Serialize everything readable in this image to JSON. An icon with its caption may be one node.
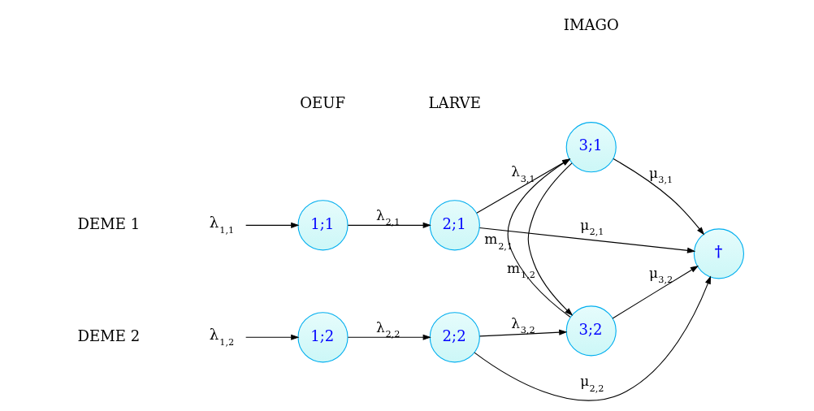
{
  "diagram": {
    "nodes": [
      {
        "text": [
          "λ$_{1,1}$"
        ]
      },
      {
        "text": [
          "1;1"
        ]
      },
      {
        "text": [
          "2;1"
        ]
      },
      {
        "text": [
          "3;1"
        ]
      },
      {
        "text": [
          "λ$_{1,2}$"
        ]
      },
      {
        "text": [
          "1;2"
        ]
      },
      {
        "text": [
          "2;2"
        ]
      },
      {
        "text": [
          "3;2"
        ]
      },
      {
        "text": [
          "†"
        ]
      }
    ],
    "edges": [
      {
        "from": 0,
        "to": 1,
        "arrow": "to"
      },
      {
        "from": 1,
        "to": 2,
        "arrow": "to",
        "label": "λ$_{2,1}$"
      },
      {
        "from": 2,
        "to": 3,
        "arrow": "to",
        "label": "λ$_{3,1}$"
      },
      {
        "from": 2,
        "to": 8,
        "arrow": "to",
        "label": "μ$_{2,1}$"
      },
      {
        "from": 3,
        "to": 8,
        "arrow": "to",
        "label": "μ$_{3,1}$"
      },
      {
        "from": 3,
        "to": 7,
        "arrow": "to",
        "label": "m$_{1,2}$"
      },
      {
        "from": 7,
        "to": 3,
        "arrow": "to",
        "label": "m$_{2,1}$"
      },
      {
        "from": 4,
        "to": 5,
        "arrow": "to"
      },
      {
        "from": 5,
        "to": 6,
        "arrow": "to",
        "label": "λ$_{2,2}$"
      },
      {
        "from": 6,
        "to": 7,
        "arrow": "to",
        "label": "λ$_{3,2}$"
      },
      {
        "from": 7,
        "to": 8,
        "arrow": "to",
        "label": "μ$_{3,2}$"
      },
      {
        "from": 6,
        "to": 8,
        "arrow": "to",
        "label": "μ$_{2,2}$"
      }
    ],
    "labels": [
      "OEUF",
      "LARVE",
      "IMAGO",
      "DEME 1",
      "DEME 2"
    ]
  }
}
